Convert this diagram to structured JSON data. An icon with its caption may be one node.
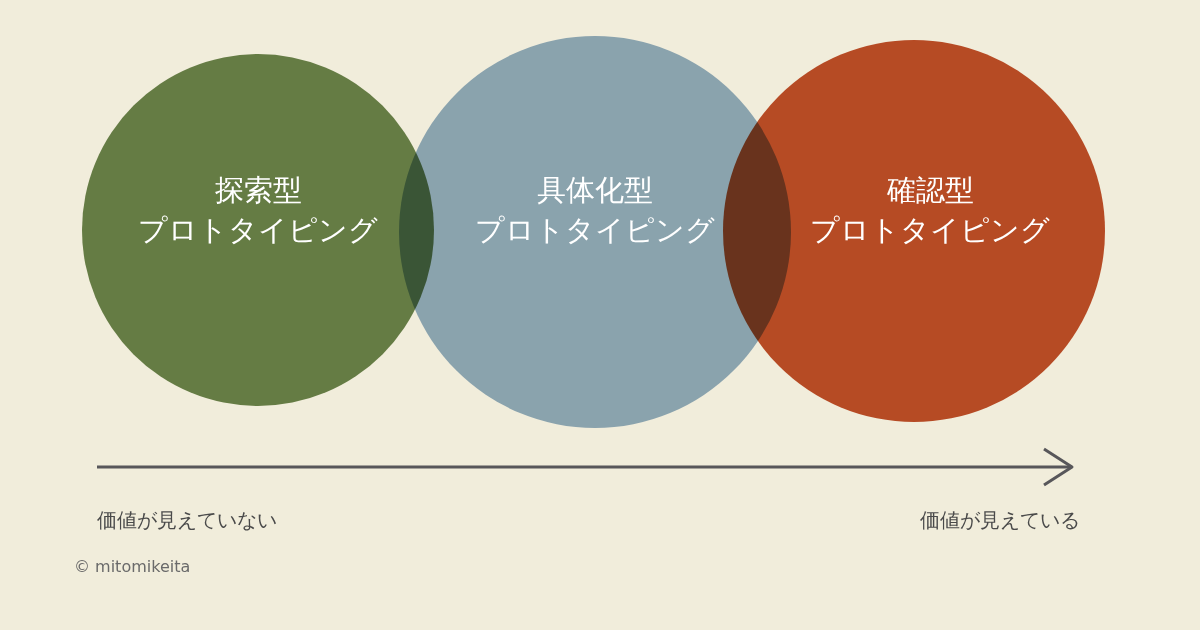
{
  "diagram": {
    "nodes": [
      {
        "text": [
          "探索型",
          "プロトタイピング"
        ]
      },
      {
        "text": [
          "具体化型",
          "プロトタイピング"
        ]
      },
      {
        "text": [
          "確認型",
          "プロトタイピング"
        ]
      }
    ],
    "labels": [
      "価値が見えていない",
      "価値が見えている",
      "© mitomikeita"
    ]
  }
}
